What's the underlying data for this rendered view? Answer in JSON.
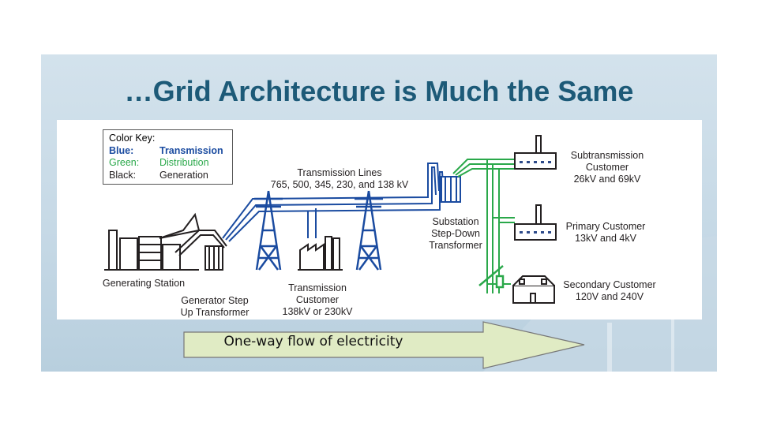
{
  "title": "…Grid Architecture is Much the Same",
  "color_key": {
    "heading": "Color Key:",
    "rows": [
      {
        "color_name": "Blue:",
        "meaning": "Transmission",
        "hex": "#1a4ba0"
      },
      {
        "color_name": "Green:",
        "meaning": "Distribution",
        "hex": "#2aa84a"
      },
      {
        "color_name": "Black:",
        "meaning": "Generation",
        "hex": "#231f20"
      }
    ]
  },
  "labels": {
    "transmission_lines": [
      "Transmission Lines",
      "765, 500, 345, 230, and 138 kV"
    ],
    "generating_station": "Generating Station",
    "generator_transformer": [
      "Generator Step",
      "Up Transformer"
    ],
    "transmission_customer": [
      "Transmission",
      "Customer",
      "138kV or 230kV"
    ],
    "substation": [
      "Substation",
      "Step-Down",
      "Transformer"
    ],
    "subtransmission_customer": [
      "Subtransmission",
      "Customer",
      "26kV and 69kV"
    ],
    "primary_customer": [
      "Primary Customer",
      "13kV and 4kV"
    ],
    "secondary_customer": [
      "Secondary Customer",
      "120V and 240V"
    ]
  },
  "flow_arrow": "One-way flow of electricity",
  "colors": {
    "title": "#1d5a78",
    "transmission": "#1a4ba0",
    "distribution": "#2aa84a",
    "arrow_fill": "#e0ebc4"
  }
}
